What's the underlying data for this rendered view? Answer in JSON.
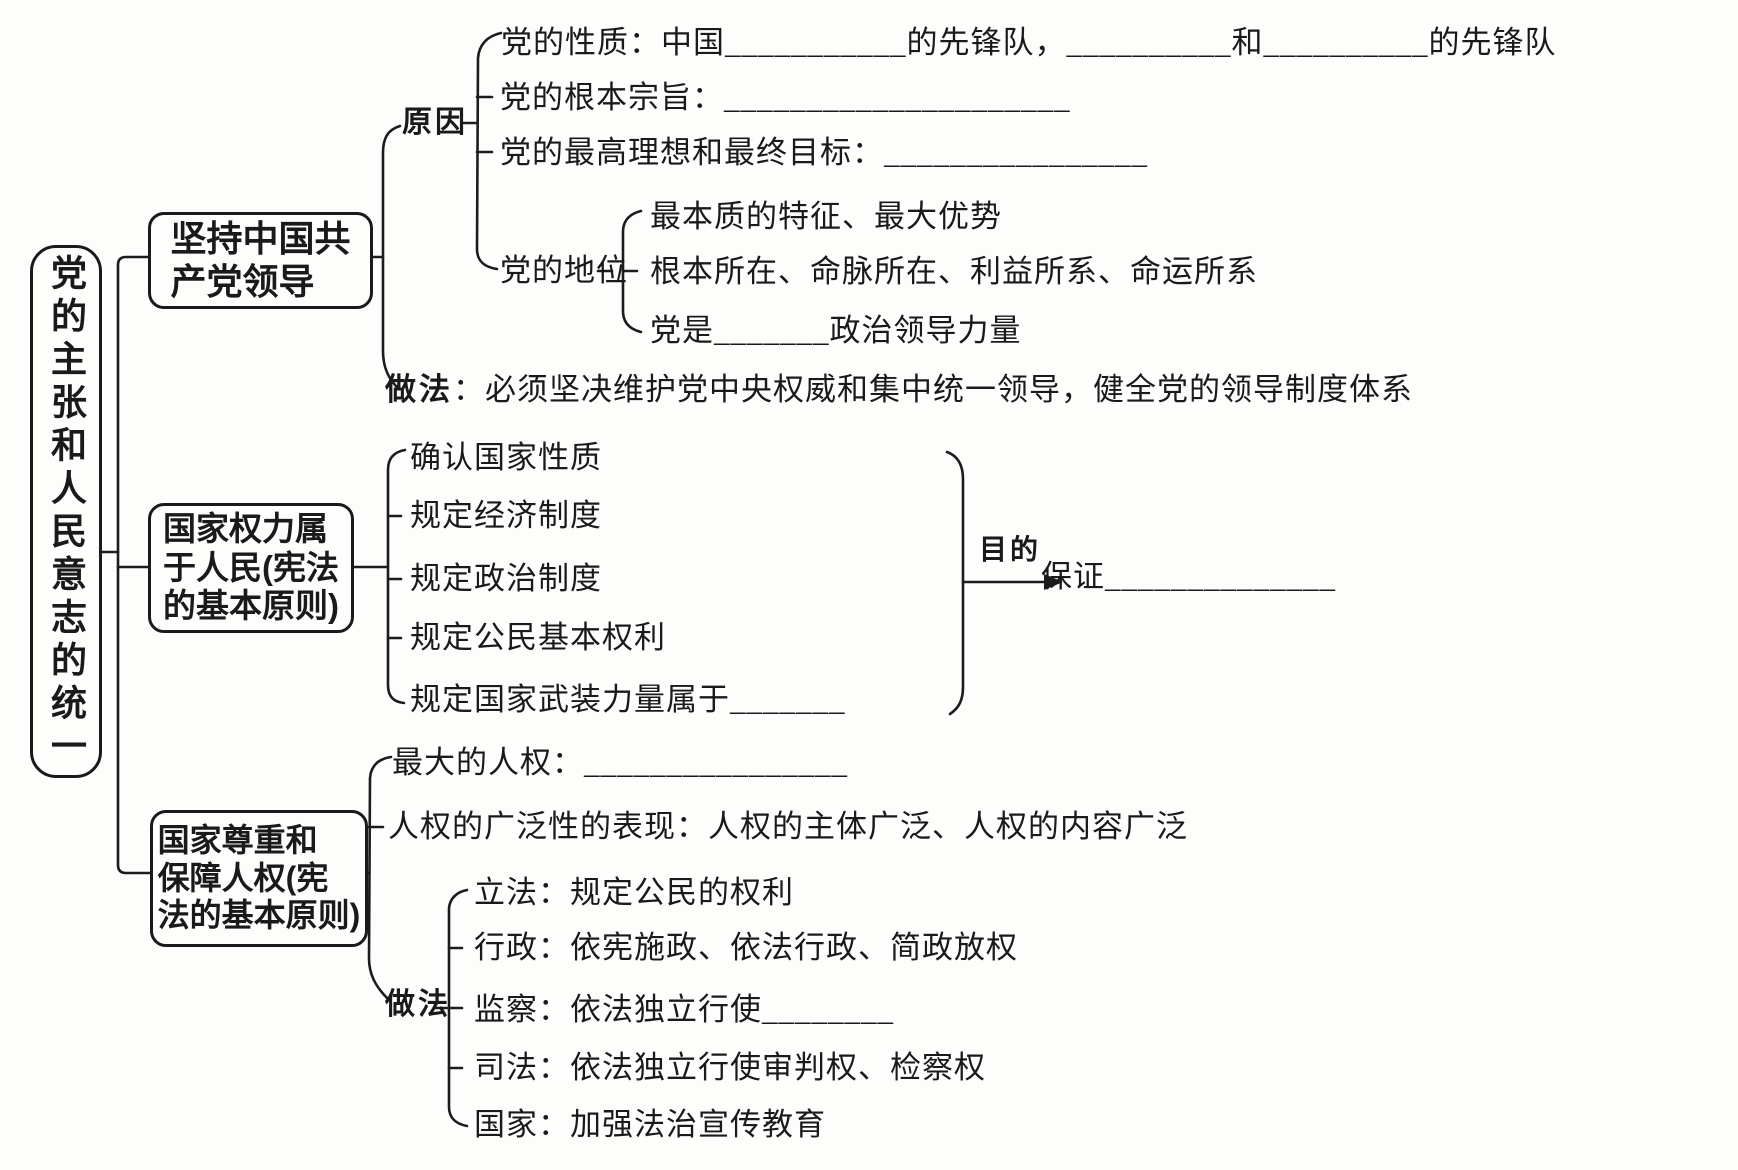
{
  "root": {
    "title": "党的主张和人民意志的统一"
  },
  "branch1": {
    "node": "坚持中国共\n产党领导",
    "reason_label": "原因",
    "reason_items": {
      "nature": "党的性质：中国___________的先锋队，__________和__________的先锋队",
      "purpose": "党的根本宗旨：_____________________",
      "ideal": "党的最高理想和最终目标：________________"
    },
    "status_label": "党的地位",
    "status_items": [
      "最本质的特征、最大优势",
      "根本所在、命脉所在、利益所系、命运所系",
      "党是_______政治领导力量"
    ],
    "method_label": "做法",
    "method_text": "：必须坚决维护党中央权威和集中统一领导，健全党的领导制度体系"
  },
  "branch2": {
    "node": "国家权力属\n于人民(宪法\n的基本原则)",
    "items": [
      "确认国家性质",
      "规定经济制度",
      "规定政治制度",
      "规定公民基本权利",
      "规定国家武装力量属于_______"
    ],
    "purpose_label": "目的",
    "purpose_text": "保证______________"
  },
  "branch3": {
    "node": "国家尊重和\n保障人权(宪\n法的基本原则)",
    "items": [
      "最大的人权：________________",
      "人权的广泛性的表现：人权的主体广泛、人权的内容广泛"
    ],
    "method_label": "做法",
    "method_items": [
      "立法：规定公民的权利",
      "行政：依宪施政、依法行政、简政放权",
      "监察：依法独立行使________",
      "司法：依法独立行使审判权、检察权",
      "国家：加强法治宣传教育"
    ]
  },
  "colors": {
    "ink": "#1a1a1a",
    "background": "#fdfdfc"
  }
}
